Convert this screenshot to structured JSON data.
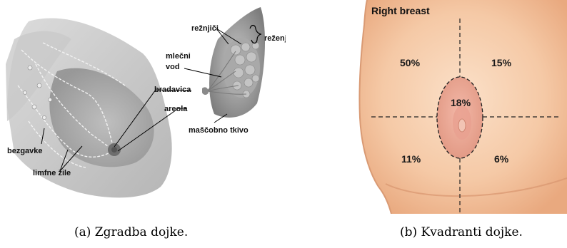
{
  "figure_a": {
    "labels": {
      "lobules": "režnjiči",
      "lobe": "reženj",
      "milk_duct": [
        "mlečni",
        "vod"
      ],
      "nipple": "bradavica",
      "areola": "areola",
      "fatty_tissue": "maščobno tkivo",
      "lymph_nodes": "bezgavke",
      "lymph_vessels": "limfne žile"
    },
    "caption": "(a) Zgradba dojke."
  },
  "figure_b": {
    "title": "Right breast",
    "quadrants": {
      "upper_outer": "50%",
      "upper_inner": "15%",
      "central": "18%",
      "lower_outer": "11%",
      "lower_inner": "6%"
    },
    "caption": "(b) Kvadranti dojke."
  }
}
